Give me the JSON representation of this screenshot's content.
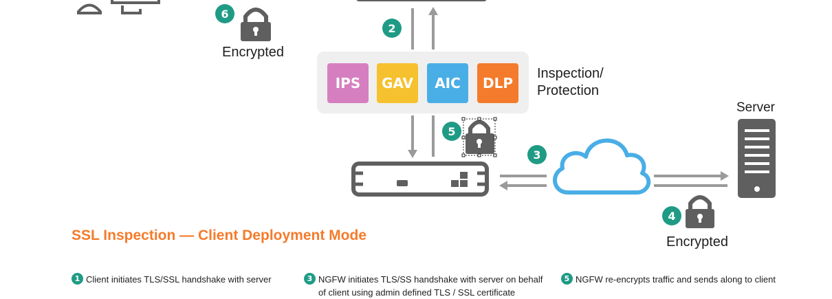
{
  "badges": {
    "b6": "6",
    "b2": "2",
    "b5": "5",
    "b3": "3",
    "b4": "4"
  },
  "encrypted": {
    "top_left": "Encrypted",
    "bottom_right": "Encrypted"
  },
  "inspection": {
    "label_line1": "Inspection/",
    "label_line2": "Protection",
    "tiles": [
      {
        "label": "IPS",
        "color": "#d67fc0"
      },
      {
        "label": "GAV",
        "color": "#f6c12e"
      },
      {
        "label": "AIC",
        "color": "#4aaee6"
      },
      {
        "label": "DLP",
        "color": "#f47b2b"
      }
    ]
  },
  "server": {
    "label": "Server"
  },
  "title": "SSL Inspection — Client Deployment Mode",
  "steps": [
    {
      "num": "1",
      "text": "Client initiates TLS/SSL handshake with server"
    },
    {
      "num": "3",
      "text": "NGFW initiates TLS/SS handshake with server on behalf",
      "text2": "of client using admin defined TLS / SSL certificate"
    },
    {
      "num": "5",
      "text": "NGFW re-encrypts traffic and sends along to client"
    }
  ],
  "colors": {
    "accent": "#1f9b85",
    "icon_gray": "#5f5f5f",
    "cloud": "#4aaee6",
    "title": "#f47b2b"
  }
}
